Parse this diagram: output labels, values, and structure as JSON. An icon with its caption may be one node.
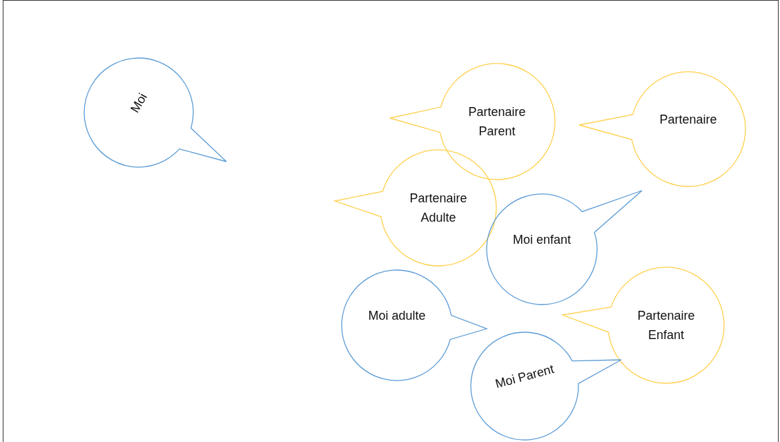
{
  "diagram": {
    "nodes": [
      {
        "text": [
          "Moi"
        ]
      },
      {
        "text": [
          "Partenaire"
        ]
      },
      {
        "text": [
          "Partenaire Parent"
        ]
      },
      {
        "text": [
          "Partenaire Adulte"
        ]
      },
      {
        "text": [
          "Moi enfant"
        ]
      },
      {
        "text": [
          "Partenaire Enfant"
        ]
      },
      {
        "text": [
          "Moi adulte"
        ]
      },
      {
        "text": [
          "Moi Parent"
        ]
      }
    ]
  }
}
